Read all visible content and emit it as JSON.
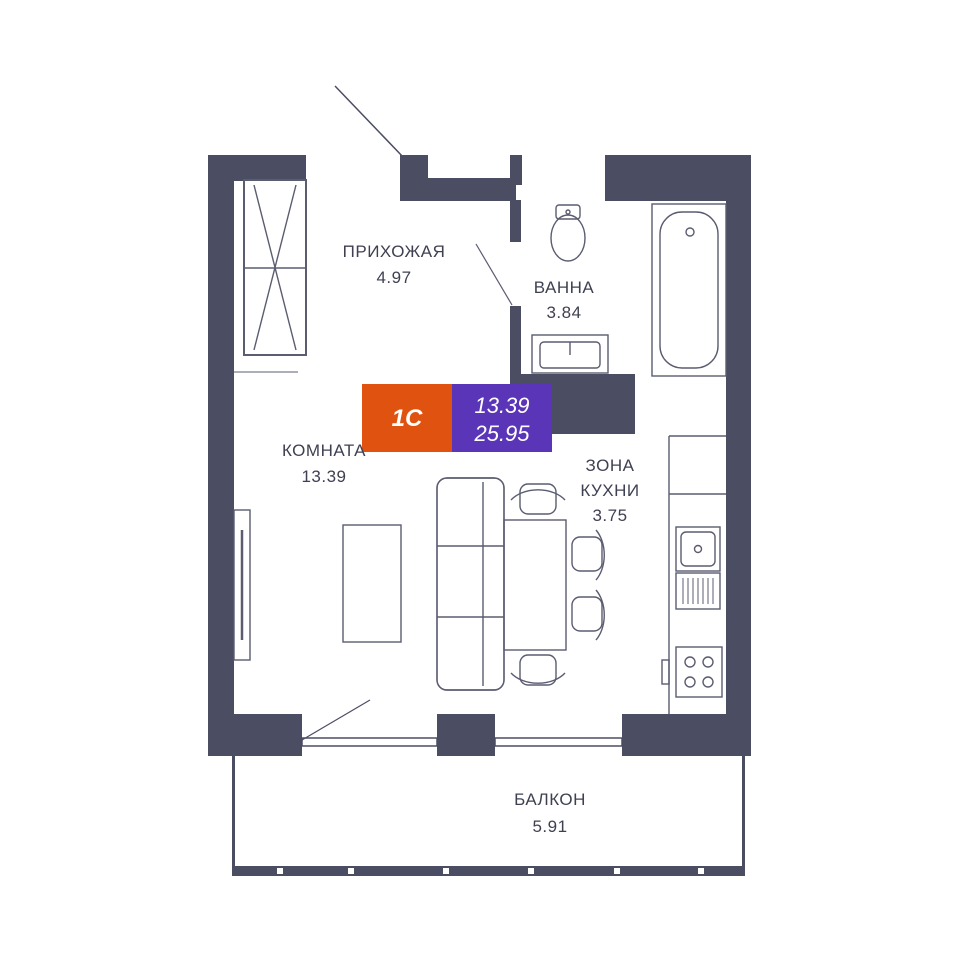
{
  "plan_type_badge": "1С",
  "area_living": "13.39",
  "area_total": "25.95",
  "rooms": {
    "hallway": {
      "name": "ПРИХОЖАЯ",
      "area": "4.97"
    },
    "bathroom": {
      "name": "ВАННА",
      "area": "3.84"
    },
    "room": {
      "name": "КОМНАТА",
      "area": "13.39"
    },
    "kitchen": {
      "name_line1": "ЗОНА",
      "name_line2": "КУХНИ",
      "area": "3.75"
    },
    "balcony": {
      "name": "БАЛКОН",
      "area": "5.91"
    }
  },
  "colors": {
    "wall": "#4b4d63",
    "fixture_line": "#5a5c70",
    "badge_orange": "#e0520f",
    "badge_purple": "#5a35b8",
    "label_text": "#3f4152"
  }
}
